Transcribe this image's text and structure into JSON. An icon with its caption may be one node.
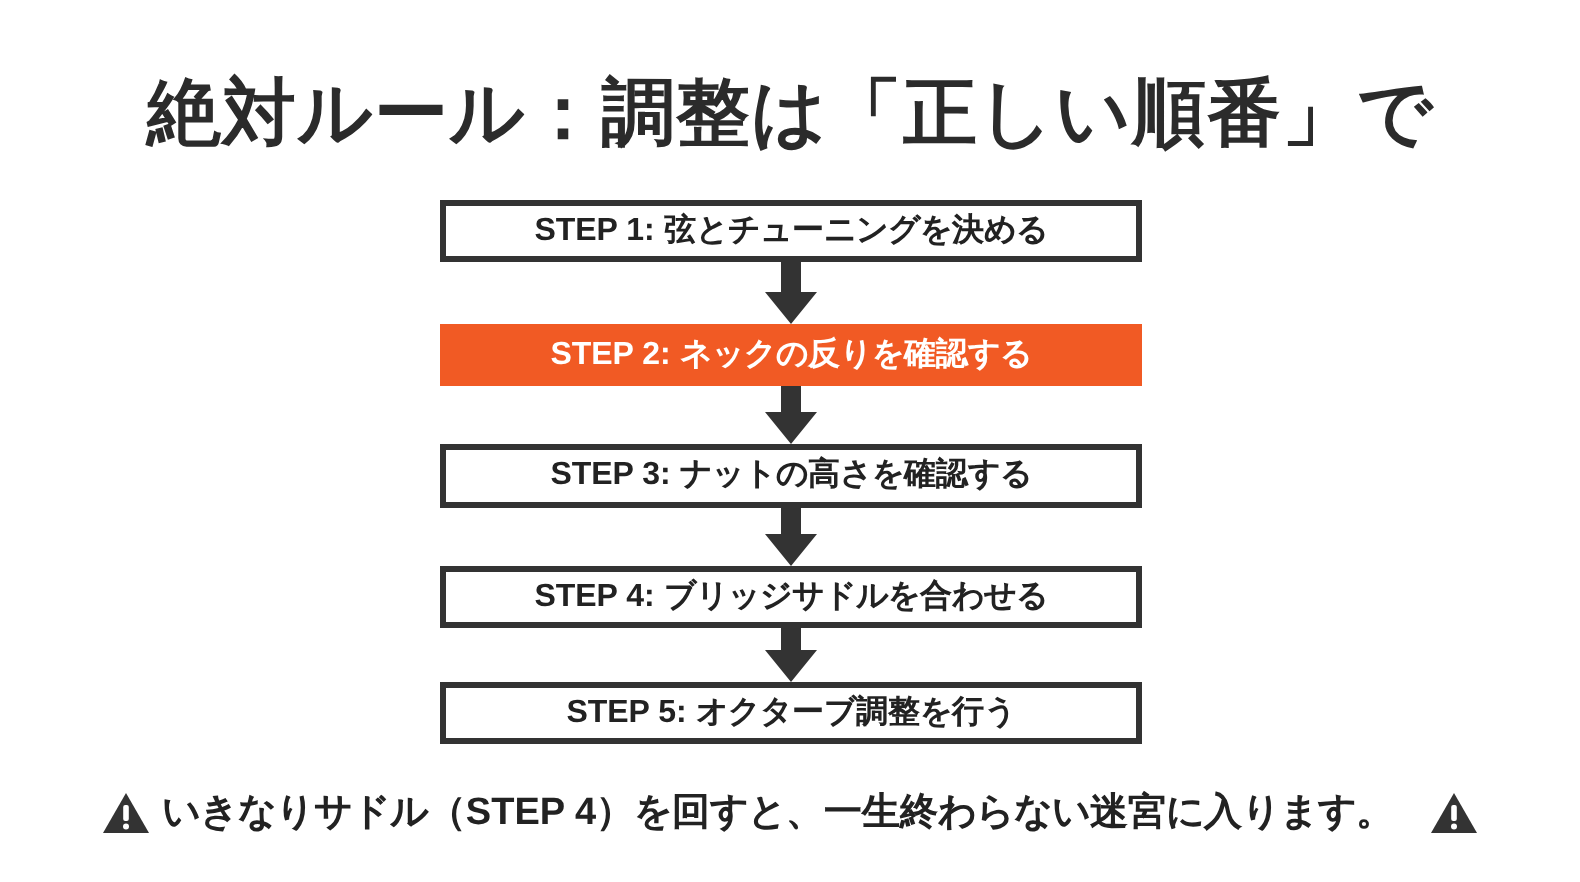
{
  "diagram": {
    "title": "絶対ルール：調整は「正しい順番」で",
    "nodes": [
      {
        "text": [
          "STEP 1: 弦とチューニングを決める"
        ]
      },
      {
        "text": [
          "STEP 2: ネックの反りを確認する"
        ]
      },
      {
        "text": [
          "STEP 3: ナットの高さを確認する"
        ]
      },
      {
        "text": [
          "STEP 4: ブリッジサドルを合わせる"
        ]
      },
      {
        "text": [
          "STEP 5: オクターブ調整を行う"
        ]
      }
    ],
    "edges": [
      {
        "from": 0,
        "to": 1,
        "arrow": "to"
      },
      {
        "from": 1,
        "to": 2,
        "arrow": "to"
      },
      {
        "from": 2,
        "to": 3,
        "arrow": "to"
      },
      {
        "from": 3,
        "to": 4,
        "arrow": "to"
      }
    ],
    "labels": [
      "いきなりサドル（STEP 4）を回すと、一生終わらない迷宮に入ります。"
    ]
  }
}
